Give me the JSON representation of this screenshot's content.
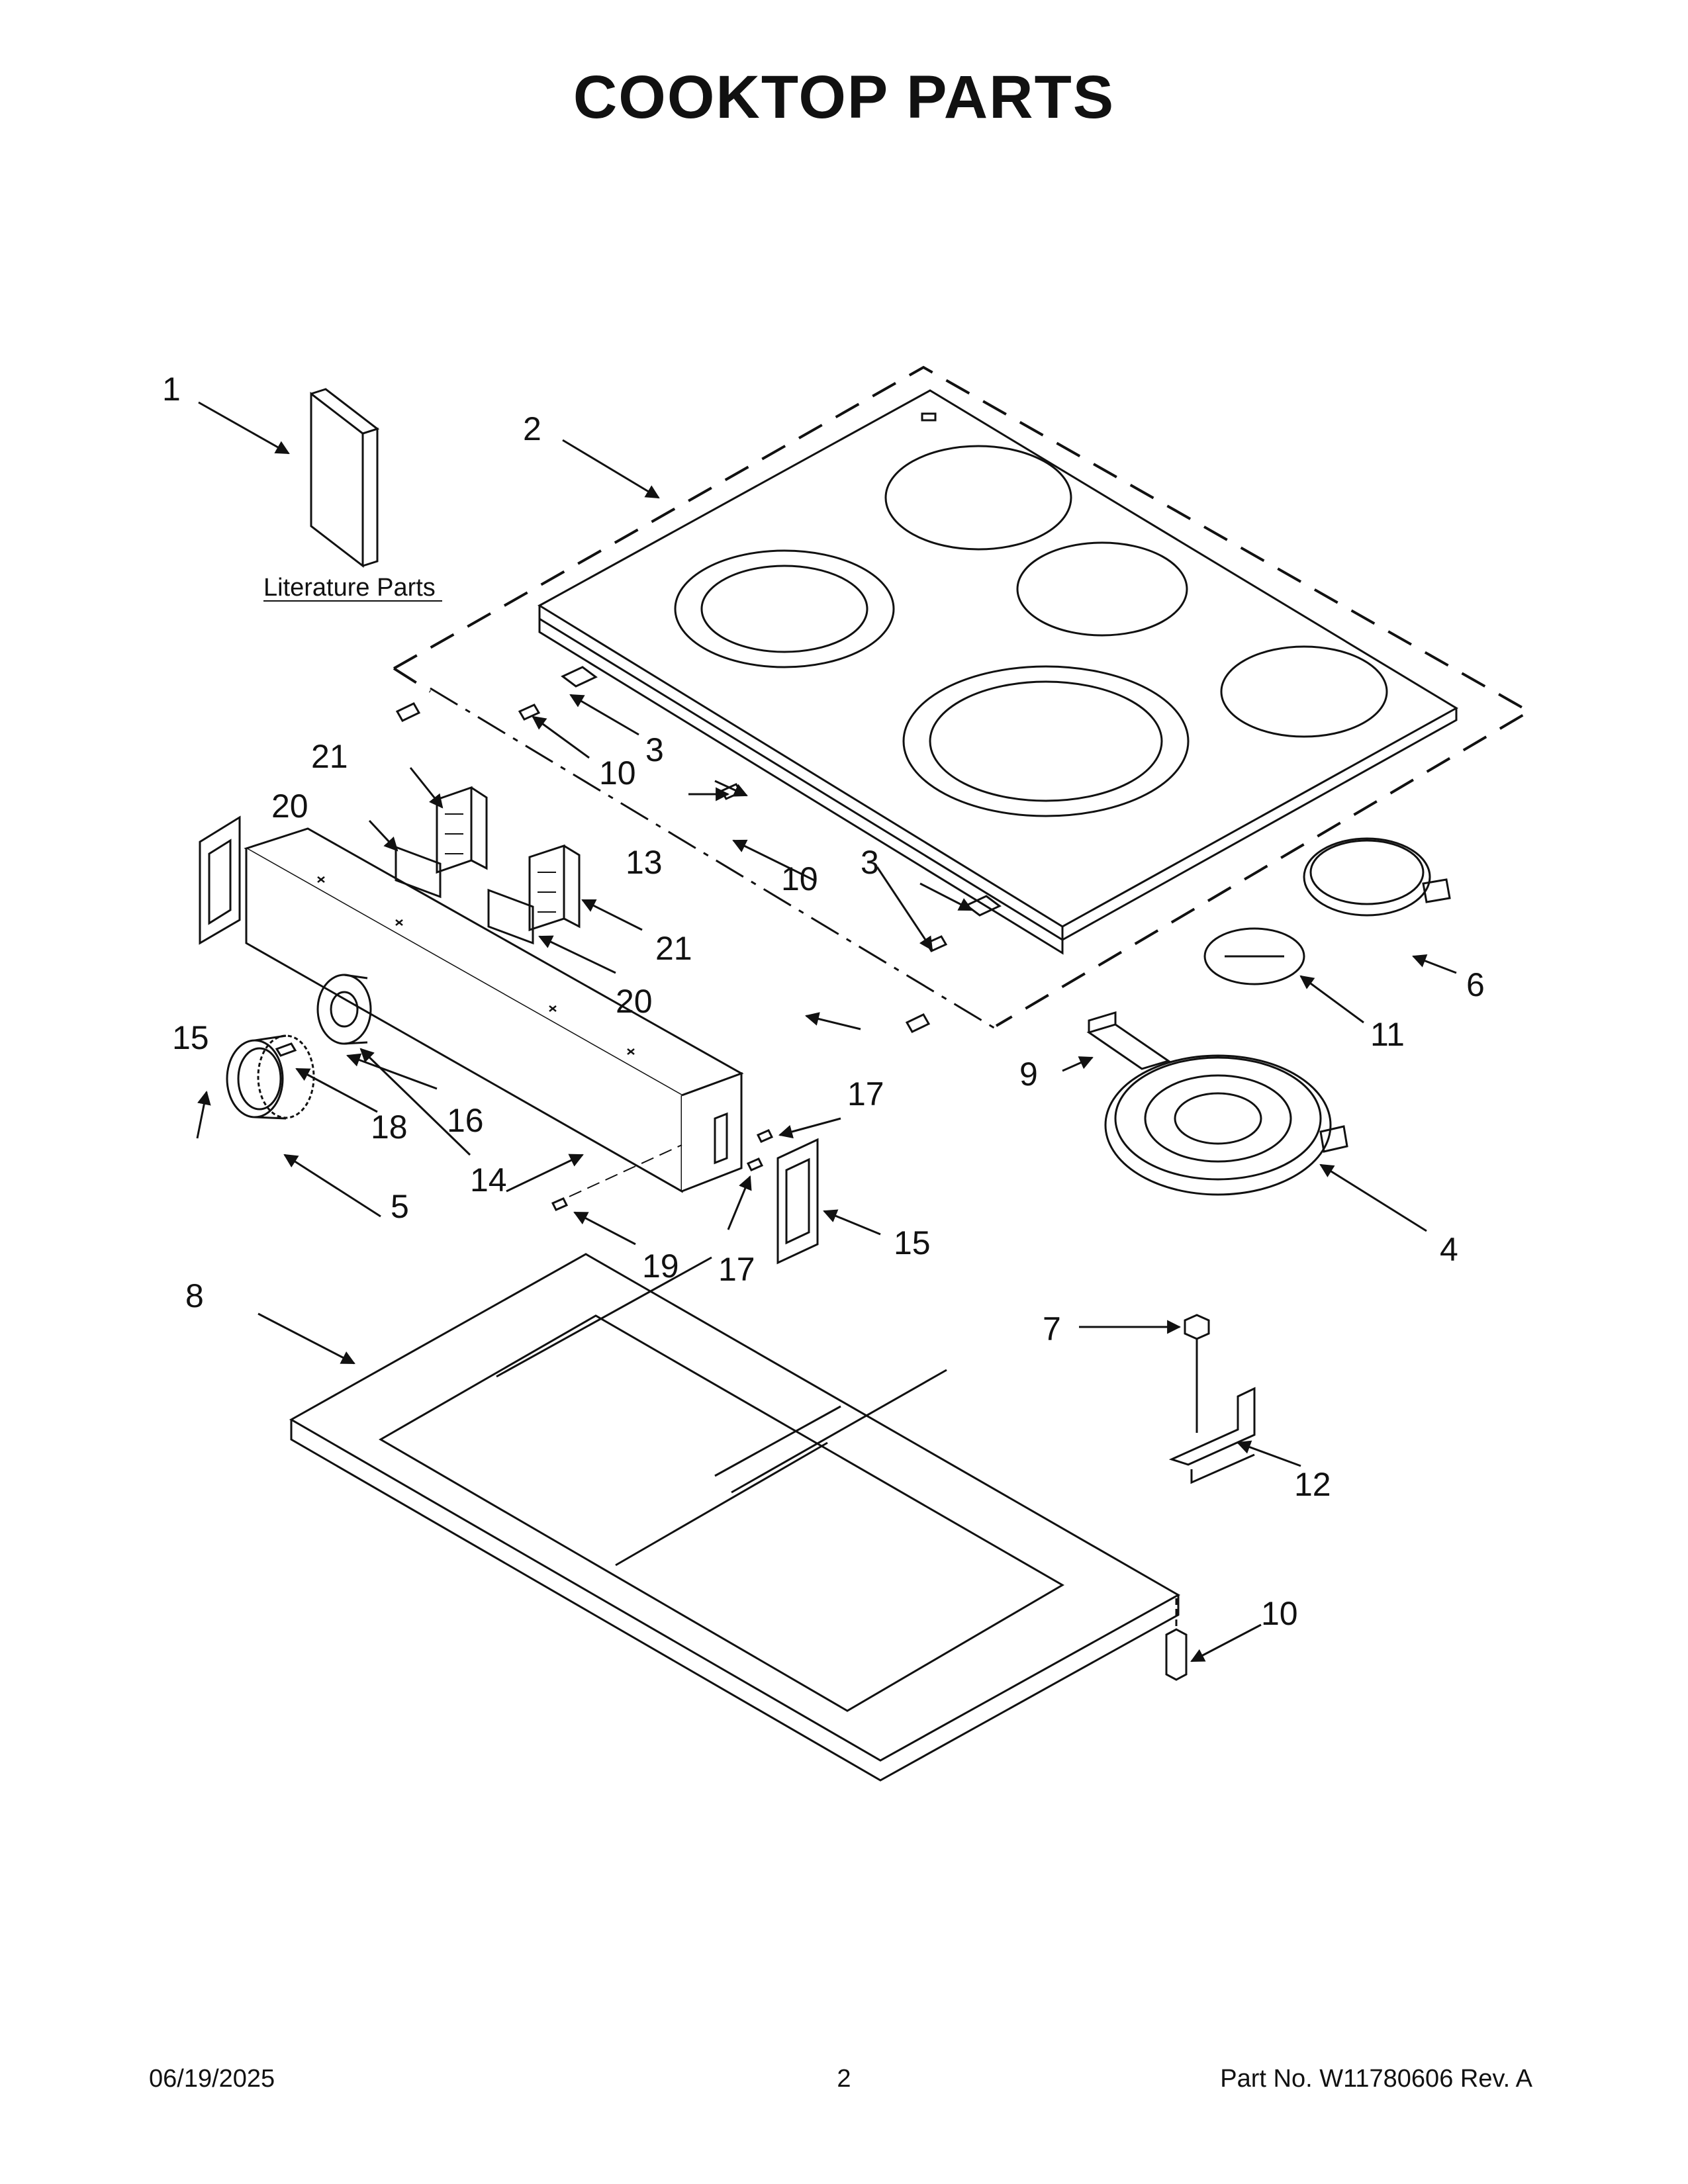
{
  "title": "COOKTOP PARTS",
  "literature_label": "Literature Parts",
  "callouts": {
    "c1": "1",
    "c2": "2",
    "c3a": "3",
    "c3b": "3",
    "c4": "4",
    "c5": "5",
    "c6": "6",
    "c7": "7",
    "c8": "8",
    "c9": "9",
    "c10a": "10",
    "c10b": "10",
    "c10c": "10",
    "c11": "11",
    "c12": "12",
    "c13": "13",
    "c14": "14",
    "c15a": "15",
    "c15b": "15",
    "c16": "16",
    "c17a": "17",
    "c17b": "17",
    "c18": "18",
    "c19": "19",
    "c20a": "20",
    "c20b": "20",
    "c21a": "21",
    "c21b": "21"
  },
  "footer": {
    "date": "06/19/2025",
    "page": "2",
    "part": "Part No.  W11780606  Rev.  A"
  }
}
